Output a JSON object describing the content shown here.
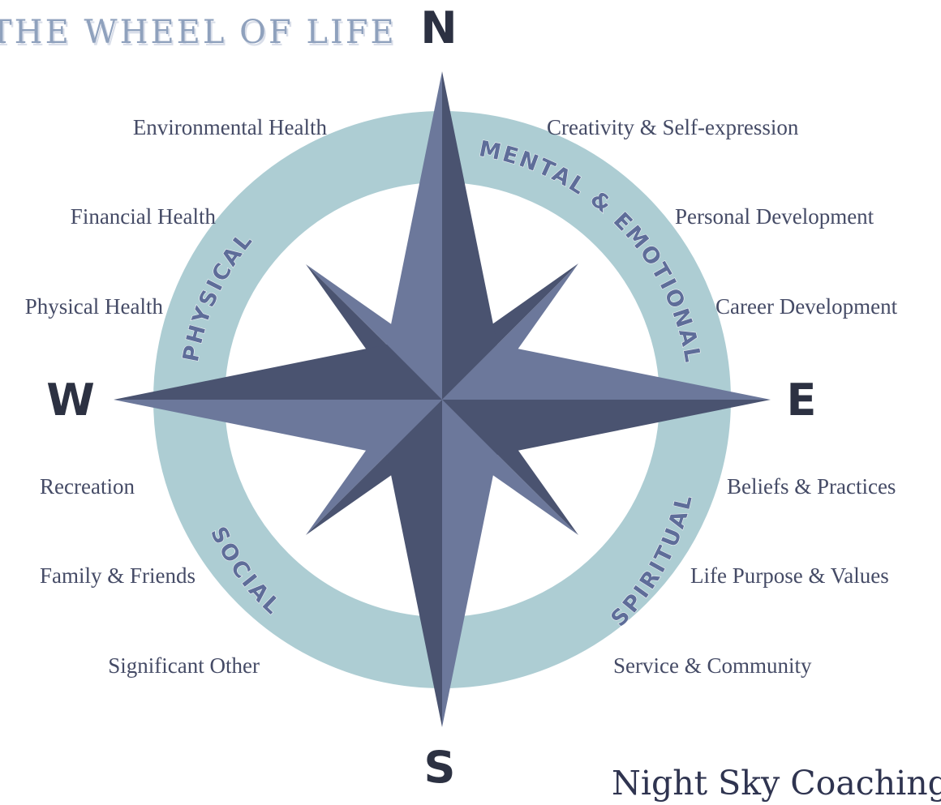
{
  "title": "THE WHEEL OF LIFE",
  "directions": {
    "north": "N",
    "east": "E",
    "south": "S",
    "west": "W"
  },
  "ring_segments": {
    "physical": "PHYSICAL",
    "mental_emotional": "MENTAL & EMOTIONAL",
    "spiritual": "SPIRITUAL",
    "social": "SOCIAL"
  },
  "areas": {
    "environmental_health": "Environmental Health",
    "financial_health": "Financial Health",
    "physical_health": "Physical Health",
    "creativity": "Creativity & Self-expression",
    "personal_development": "Personal Development",
    "career_development": "Career Development",
    "beliefs_practices": "Beliefs & Practices",
    "life_purpose": "Life Purpose & Values",
    "service_community": "Service & Community",
    "recreation": "Recreation",
    "family_friends": "Family & Friends",
    "significant_other": "Significant Other"
  },
  "brand": "Night Sky Coaching",
  "colors": {
    "ring": "#adcdd3",
    "star_light": "#6c789b",
    "star_dark": "#4a5370",
    "letters": "#2c3142"
  }
}
